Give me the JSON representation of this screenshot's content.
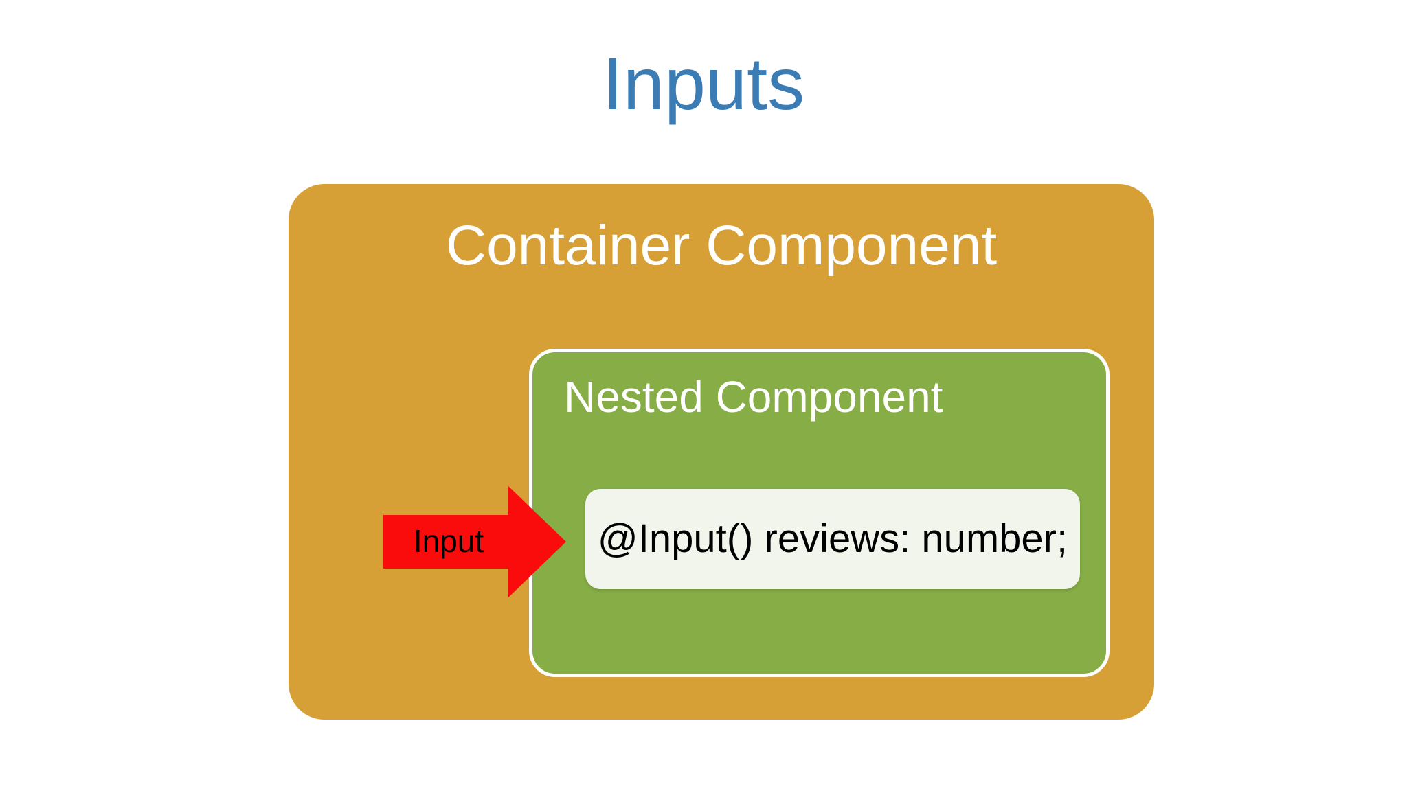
{
  "slide": {
    "title": "Inputs",
    "background_color": "#ffffff",
    "title_color": "#3c7cb5"
  },
  "diagram": {
    "container": {
      "label": "Container Component",
      "fill_color": "#d6a037",
      "text_color": "#ffffff"
    },
    "nested": {
      "label": "Nested Component",
      "fill_color": "#86ad46",
      "border_color": "#ffffff",
      "text_color": "#ffffff"
    },
    "code_chip": {
      "text": "@Input() reviews: number;",
      "fill_color": "#f2f5ec",
      "text_color": "#000000"
    },
    "arrow": {
      "label": "Input",
      "fill_color": "#fa0c0c",
      "text_color": "#000000",
      "direction": "right"
    }
  }
}
